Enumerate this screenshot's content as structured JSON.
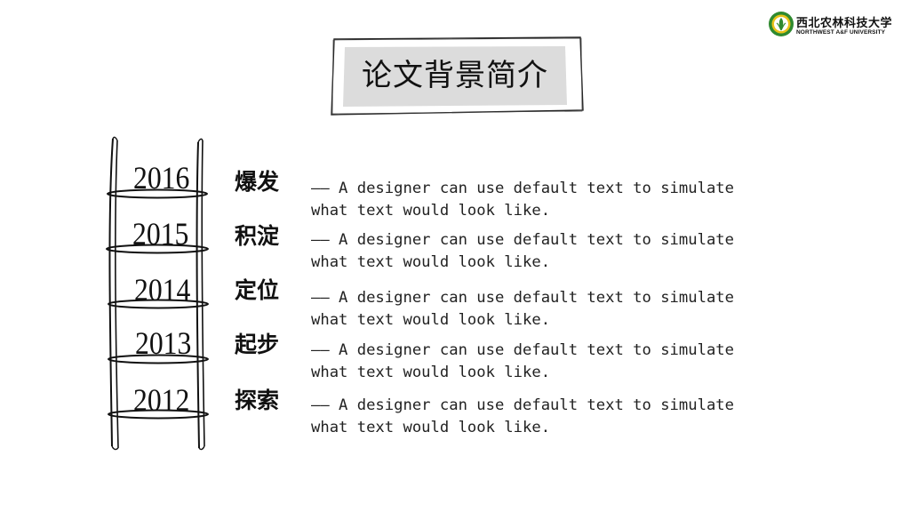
{
  "logo": {
    "name_cn": "西北农林科技大学",
    "name_en": "NORTHWEST A&F UNIVERSITY",
    "colors": {
      "emblem_green": "#2f8a2f",
      "emblem_yellow": "#e8c21a"
    }
  },
  "title": {
    "text": "论文背景简介",
    "box_fill": "#dcdcdc"
  },
  "timeline": [
    {
      "year": "2016",
      "label": "爆发",
      "desc_line1": "—— A designer can use default text to simulate",
      "desc_line2": "what text would look like."
    },
    {
      "year": "2015",
      "label": "积淀",
      "desc_line1": "—— A designer can use default text to simulate",
      "desc_line2": "what text would look like."
    },
    {
      "year": "2014",
      "label": "定位",
      "desc_line1": "—— A designer can use default text to simulate",
      "desc_line2": "what text would look like."
    },
    {
      "year": "2013",
      "label": "起步",
      "desc_line1": "—— A designer can use default text to simulate",
      "desc_line2": "what text would look like."
    },
    {
      "year": "2012",
      "label": "探索",
      "desc_line1": "—— A designer can use default text to simulate",
      "desc_line2": "what text would look like."
    }
  ]
}
